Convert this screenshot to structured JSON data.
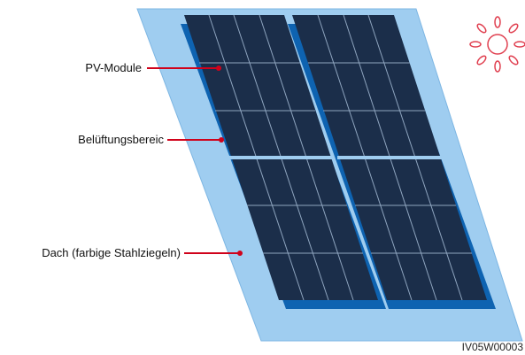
{
  "labels": {
    "pv_modules": "PV-Module",
    "ventilation": "Belüftungsbereic",
    "roof": "Dach (farbige Stahlziegeln)"
  },
  "figure_code": "IV05W00003",
  "colors": {
    "roof_fill": "#9fcdf0",
    "roof_edge": "#6fa9d8",
    "panel_fill": "#1b2e4a",
    "panel_shadow": "#0e63b1",
    "cell_line": "#8fa5bf",
    "callout_line": "#d0021b",
    "sun": "#e04050"
  },
  "icons": {
    "sun": "sun-icon"
  }
}
